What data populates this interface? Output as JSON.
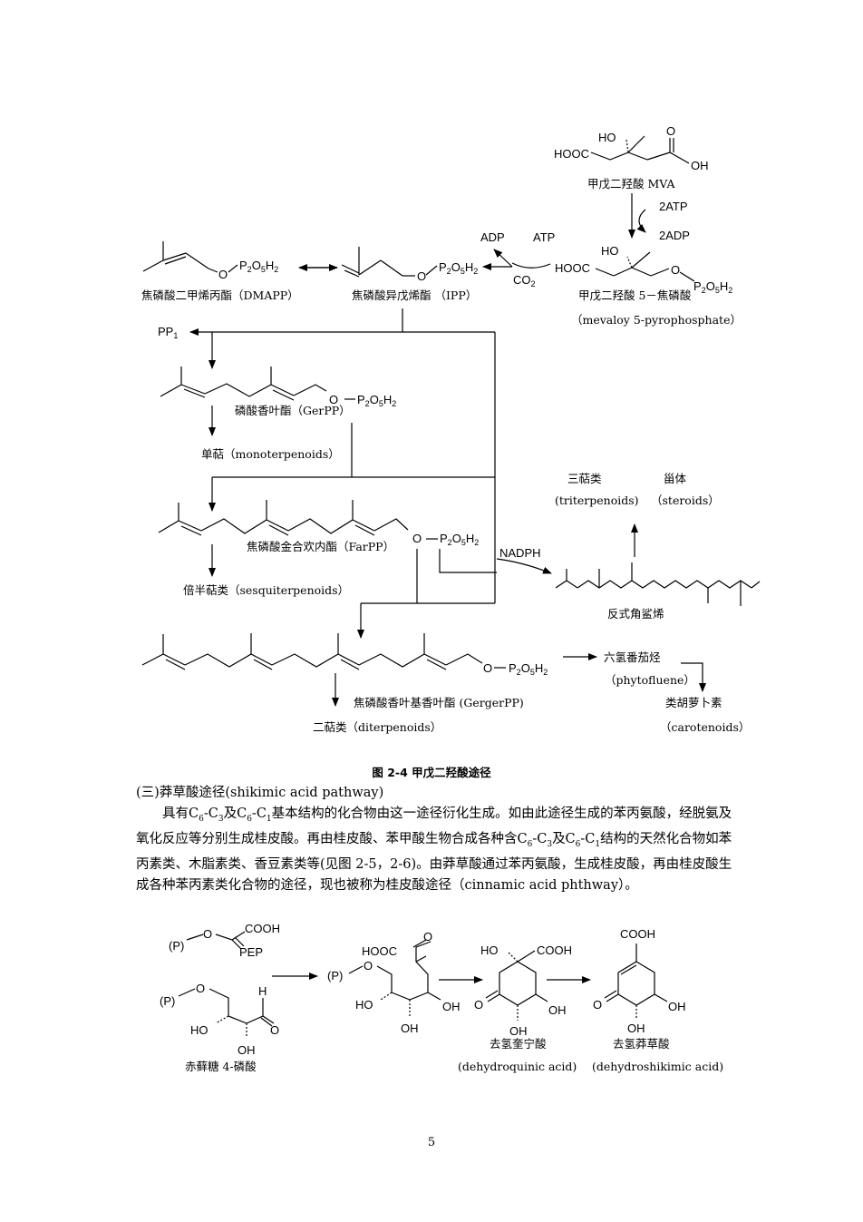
{
  "figure": {
    "caption": "图 2-4 甲戊二羟酸途径",
    "compounds": {
      "mva_label": "甲戊二羟酸 MVA",
      "mva_pp_label": "甲戊二羟酸 5－焦磷酸",
      "mva_pp_en": "（mevaloy 5-pyrophosphate）",
      "dmapp_label": "焦磷酸二甲烯丙酯（DMAPP）",
      "ipp_label": "焦磷酸异戊烯酯 （IPP）",
      "gpp_label": "磷酸香叶酯（GerPP）",
      "mono_label": "单萜（monoterpenoids）",
      "fpp_label": "焦磷酸金合欢内酯（FarPP）",
      "sesqui_label": "倍半萜类（sesquiterpenoids）",
      "squalene_label": "反式角鲨烯",
      "triterp_cn": "三萜类",
      "triterp_en": "(triterpenoids)",
      "steroid_cn": "甾体",
      "steroid_en": "（steroids）",
      "ggpp_label": "焦磷酸香叶基香叶酯 (GergerPP)",
      "diterp_label": "二萜类（diterpenoids）",
      "phyto_cn": "六氢番茄烃",
      "phyto_en": "（phytofluene）",
      "carot_cn": "类胡萝卜素",
      "carot_en": "（carotenoids）"
    },
    "reagents": {
      "atp2": "2ATP",
      "adp2": "2ADP",
      "adp": "ADP",
      "atp": "ATP",
      "co2": "CO",
      "co2_sub": "2",
      "ppi": "PP",
      "ppi_sub": "1",
      "nadph": "NADPH"
    },
    "groups": {
      "ho": "HO",
      "o": "O",
      "oh": "OH",
      "hooc": "HOOC",
      "p": "P",
      "p2o5h2": "P2O5H2"
    }
  },
  "text": {
    "heading": "(三)莽草酸途径(shikimic acid pathway)",
    "para1_a": "具有C",
    "para1_b": "-C",
    "para1_c": "及C",
    "para1_d": "-C",
    "para1_e": "基本结构的化合物由这一途径衍化生成。如由此途径生成的苯丙氨酸，经脱氨及氧化反应等分别生成桂皮酸。再由桂皮酸、苯甲酸生物合成各种含C",
    "para1_f": "-C",
    "para1_g": "及C",
    "para1_h": "-C",
    "para1_i": "结构的天然化合物如苯丙素类、木脂素类、香豆素类等(见图 2-5，2-6)。由莽草酸通过苯丙氨酸，生成桂皮酸，再由桂皮酸生成各种苯丙素类化合物的途径，现也被称为桂皮酸途径（cinnamic acid phthway）。",
    "sub6": "6",
    "sub3": "3",
    "sub1": "1"
  },
  "scheme2": {
    "pep_p": "(P)",
    "pep_cooh": "COOH",
    "pep_label": "PEP",
    "e4p_p": "(P)",
    "e4p_h": "H",
    "e4p_ho": "HO",
    "e4p_oh": "OH",
    "e4p_o": "O",
    "e4p_label": "赤藓糖 4-磷酸",
    "dahp_p": "(P)",
    "dahp_hooc": "HOOC",
    "dahp_o": "O",
    "dahp_ho": "HO",
    "dahp_oh1": "OH",
    "dahp_oh2": "OH",
    "dhq_ho": "HO",
    "dhq_cooh": "COOH",
    "dhq_o": "O",
    "dhq_oh1": "OH",
    "dhq_oh2": "OH",
    "dhq_cn": "去氢奎宁酸",
    "dhq_en": "(dehydroquinic acid)",
    "dhs_cooh": "COOH",
    "dhs_o": "O",
    "dhs_oh1": "OH",
    "dhs_oh2": "OH",
    "dhs_cn": "去氢莽草酸",
    "dhs_en": "(dehydroshikimic acid)"
  },
  "page_number": "5"
}
